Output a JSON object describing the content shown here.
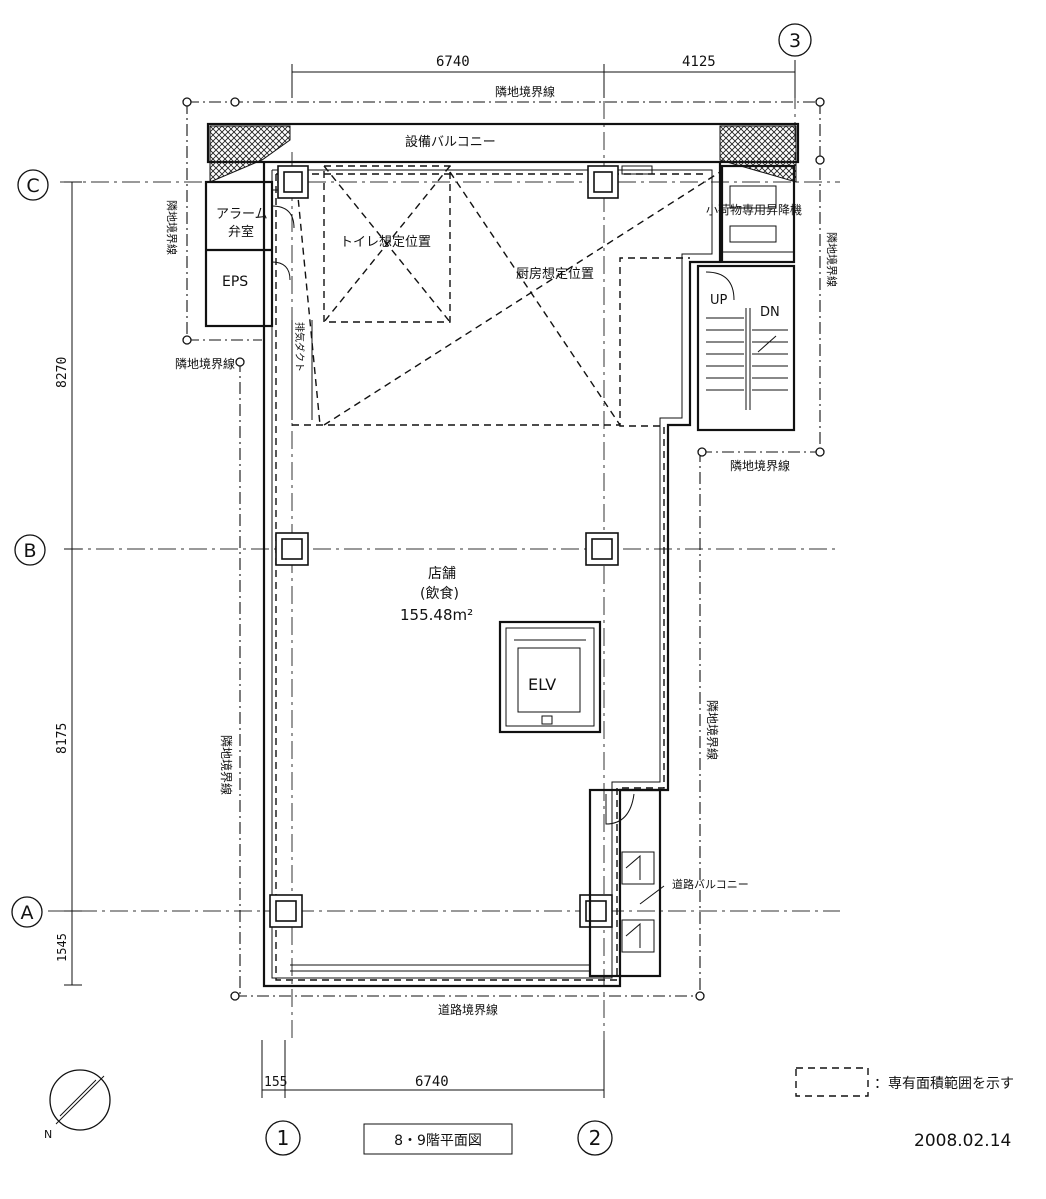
{
  "dimensions": {
    "top_left": "6740",
    "top_right": "4125",
    "left_upper": "8270",
    "left_middle": "8175",
    "left_lower": "1545",
    "bottom_offset": "155",
    "bottom_main": "6740"
  },
  "grid": {
    "col_1": "1",
    "col_2": "2",
    "col_3": "3",
    "row_a": "A",
    "row_b": "B",
    "row_c": "C"
  },
  "boundaries": {
    "top": "隣地境界線",
    "left_upper": "隣地境界線",
    "left_mid": "隣地境界線",
    "left_lower": "隣地境界線",
    "right_upper": "隣地境界線",
    "right_mid": "隣地境界線",
    "right_lower": "隣地境界線",
    "bottom": "道路境界線"
  },
  "rooms": {
    "balcony_top": "設備バルコニー",
    "alarm_valve": "アラーム",
    "alarm_valve_2": "弁室",
    "eps": "EPS",
    "toilet_position": "トイレ想定位置",
    "kitchen_position": "厨房想定位置",
    "small_lift": "小荷物専用昇降機",
    "exhaust_duct": "排気ダクト",
    "store_name": "店舗",
    "store_use": "(飲食)",
    "store_area": "155.48m²",
    "elevator": "ELV",
    "stair_up": "UP",
    "stair_down": "DN",
    "balcony_road": "道路バルコニー"
  },
  "legend": {
    "text": "：専有面積範囲を示す"
  },
  "title": "8・9階平面図",
  "date": "2008.02.14"
}
